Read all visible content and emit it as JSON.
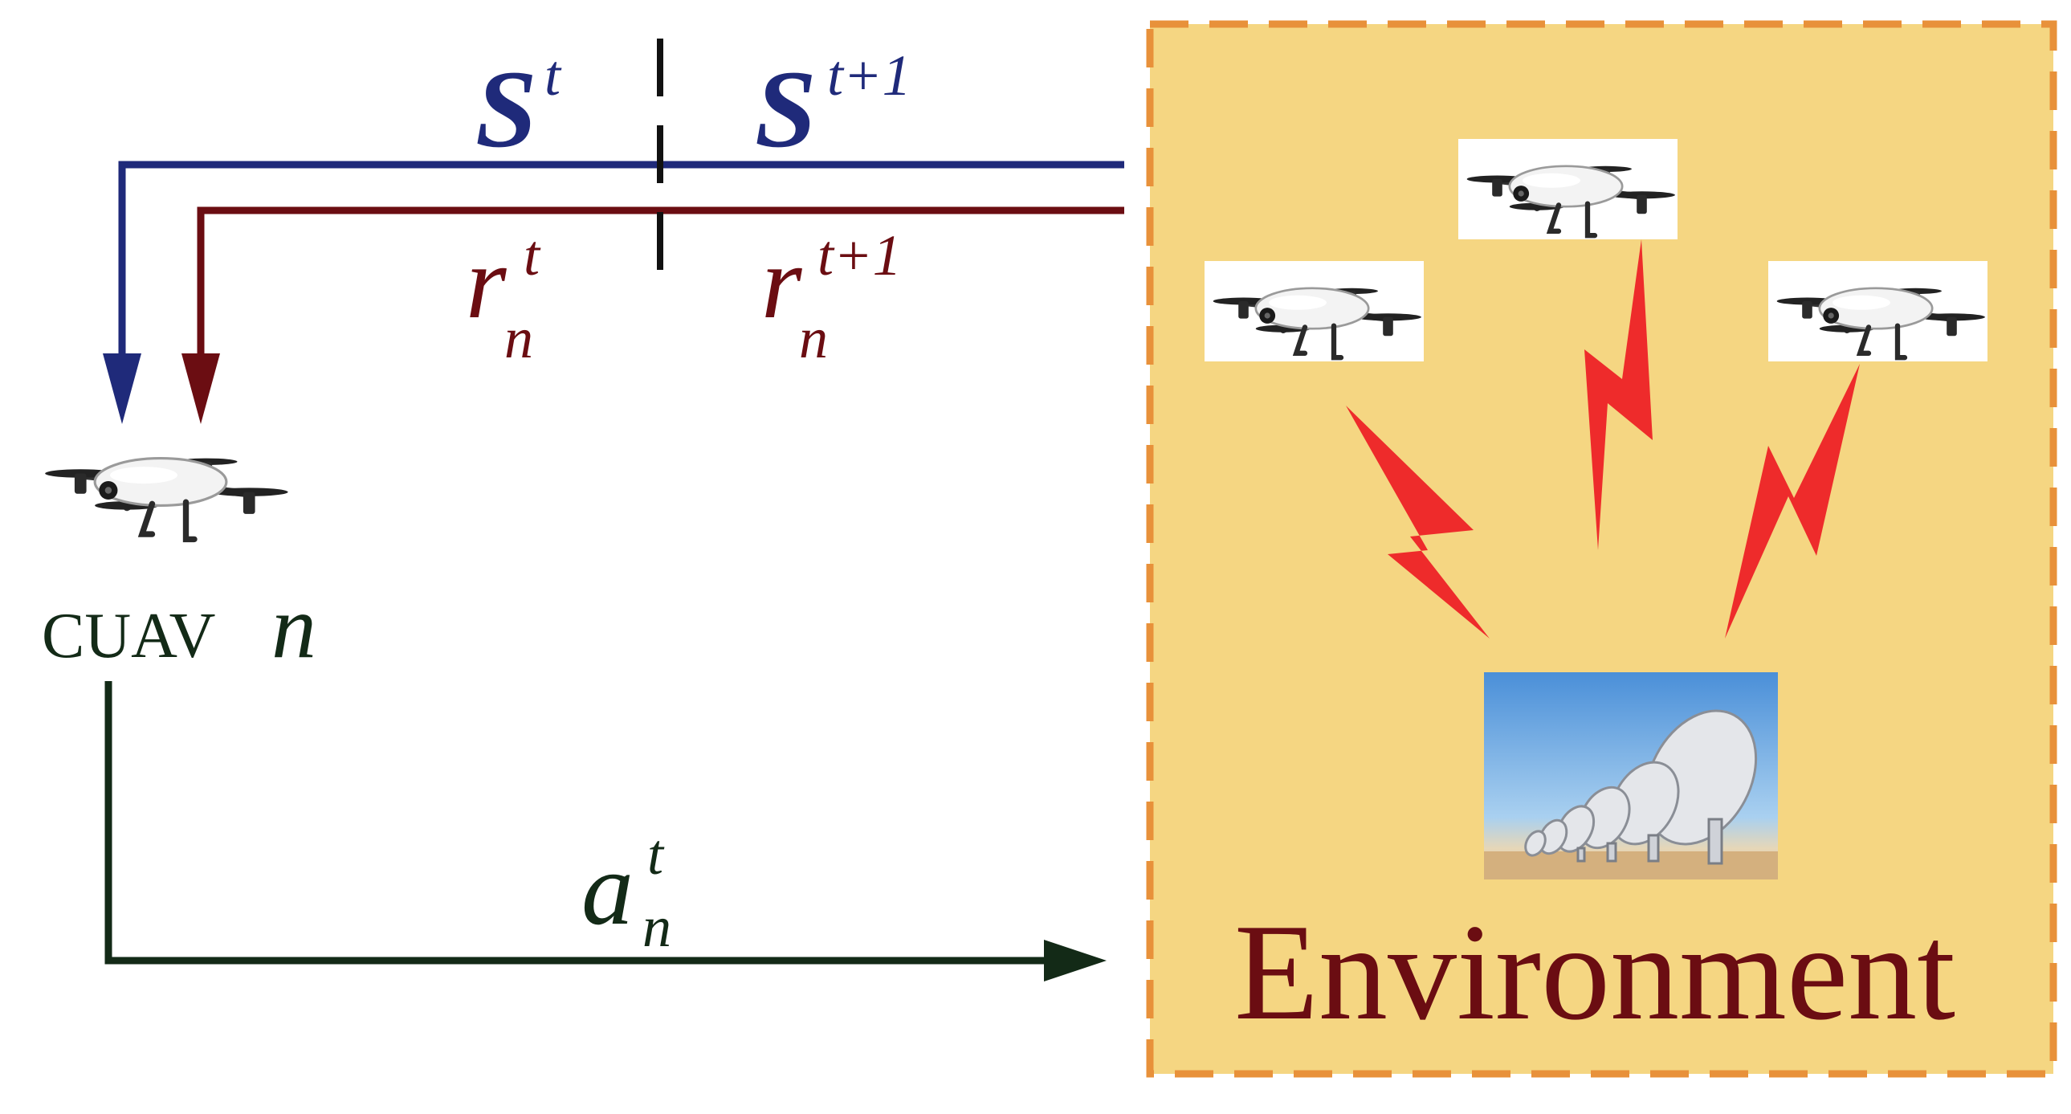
{
  "colors": {
    "state": "#1f2a7a",
    "reward": "#6b0d12",
    "action": "#132a17",
    "env_fill": "#f5d682",
    "env_border": "#e8913a",
    "env_text": "#6b0d12",
    "lightning": "#ee2b2b"
  },
  "state": {
    "current": {
      "base": "S",
      "sup": "t"
    },
    "next": {
      "base": "S",
      "sup": "t+1"
    }
  },
  "reward": {
    "current": {
      "base": "r",
      "sup": "t",
      "sub": "n"
    },
    "next": {
      "base": "r",
      "sup": "t+1",
      "sub": "n"
    }
  },
  "action": {
    "base": "a",
    "sup": "t",
    "sub": "n"
  },
  "agent": {
    "label": "CUAV",
    "index": "n",
    "icon": "drone-icon"
  },
  "environment": {
    "label": "Environment",
    "uav_icons": [
      "drone-icon",
      "drone-icon",
      "drone-icon"
    ],
    "station_icon": "satellite-dish-icon",
    "link_icon": "lightning-icon"
  }
}
